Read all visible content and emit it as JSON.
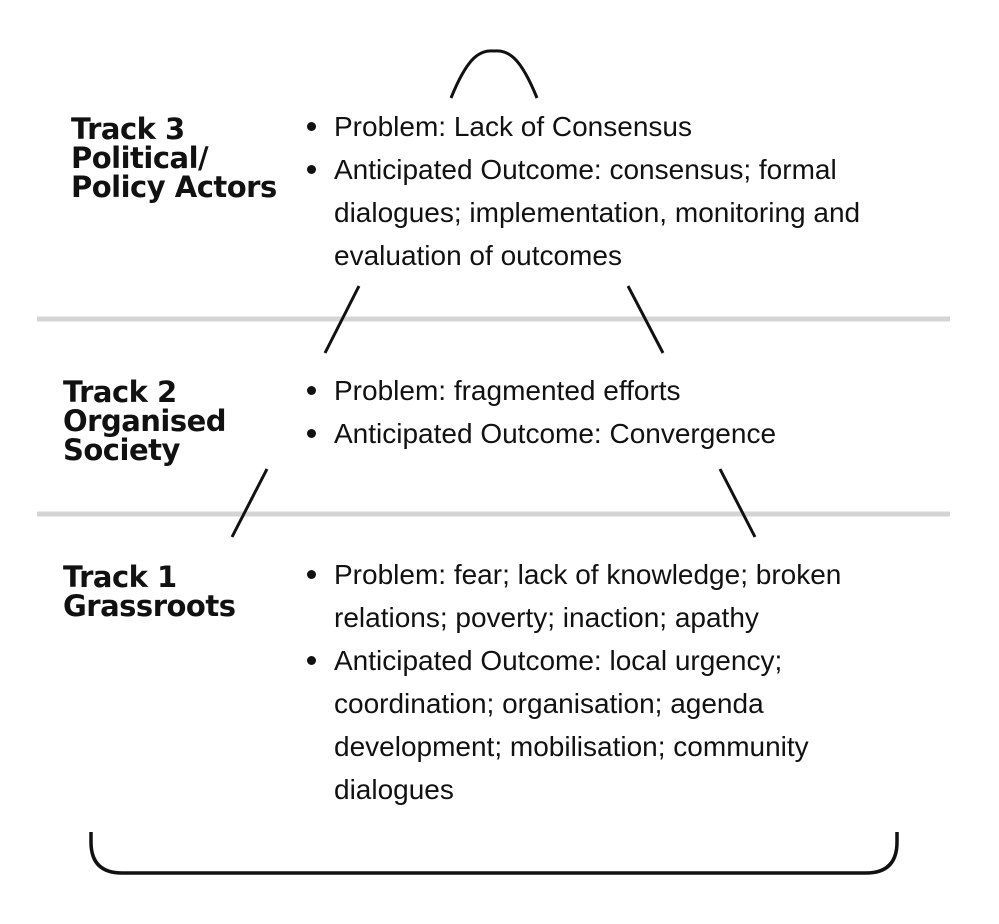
{
  "tracks": [
    {
      "title_lines": [
        "Track 3",
        "Political/",
        "Policy Actors"
      ],
      "bullets": [
        "Problem: Lack of Consensus",
        "Anticipated Outcome: consensus; formal dialogues; implementation, monitoring and evaluation of outcomes"
      ]
    },
    {
      "title_lines": [
        "Track 2",
        "Organised",
        "Society"
      ],
      "bullets": [
        "Problem: fragmented efforts",
        "Anticipated Outcome: Convergence"
      ]
    },
    {
      "title_lines": [
        "Track 1",
        "Grassroots"
      ],
      "bullets": [
        "Problem: fear; lack of knowledge; broken relations; poverty; inaction; apathy",
        "Anticipated Outcome: local urgency; coordination; organisation; agenda development; mobilisation; community dialogues"
      ]
    }
  ],
  "colors": {
    "ink": "#111111",
    "divider": "#d4d4d4",
    "background": "#ffffff"
  }
}
